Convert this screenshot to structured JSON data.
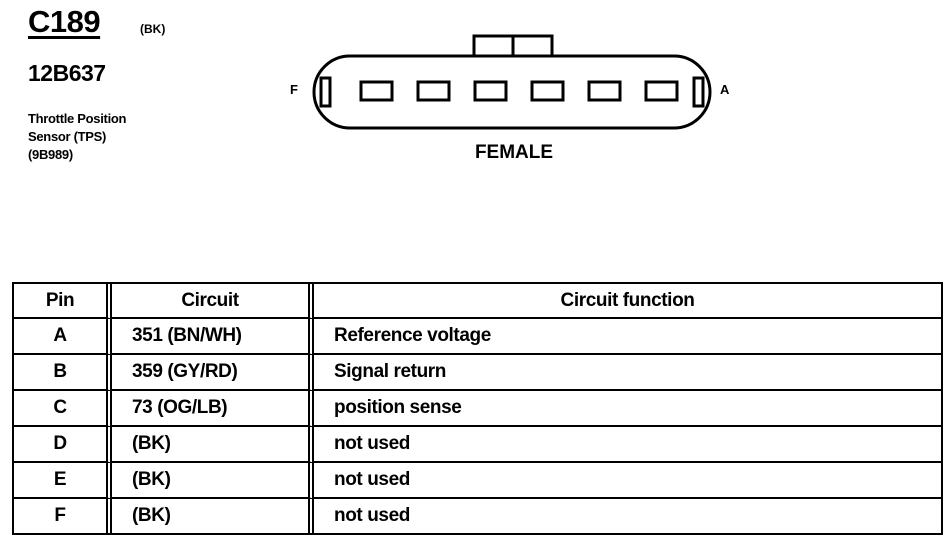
{
  "connector": {
    "id": "C189",
    "color": "(BK)",
    "part_number": "12B637",
    "component_lines": [
      "Throttle Position",
      "Sensor (TPS)",
      "(9B989)"
    ]
  },
  "diagram": {
    "left_pin_label": "F",
    "right_pin_label": "A",
    "gender_label": "FEMALE",
    "cavity_count": 6
  },
  "pin_table": {
    "headers": {
      "pin": "Pin",
      "circuit": "Circuit",
      "function": "Circuit function"
    },
    "rows": [
      {
        "pin": "A",
        "circuit": "351 (BN/WH)",
        "function": "Reference voltage"
      },
      {
        "pin": "B",
        "circuit": "359 (GY/RD)",
        "function": "Signal return"
      },
      {
        "pin": "C",
        "circuit": "73 (OG/LB)",
        "function": "position sense"
      },
      {
        "pin": "D",
        "circuit": "(BK)",
        "function": "not used"
      },
      {
        "pin": "E",
        "circuit": "(BK)",
        "function": "not used"
      },
      {
        "pin": "F",
        "circuit": "(BK)",
        "function": "not used"
      }
    ]
  }
}
